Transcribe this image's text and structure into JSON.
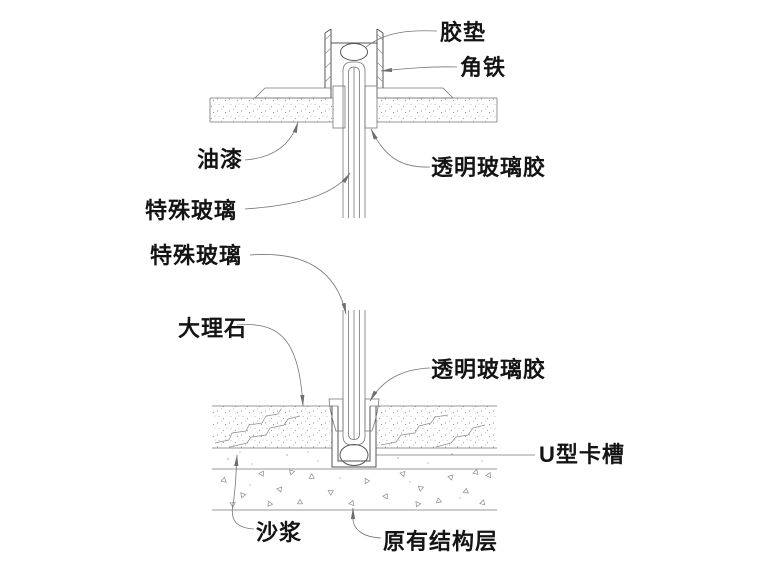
{
  "labels": {
    "pad_top": "胶垫",
    "angle_iron": "角铁",
    "paint": "油漆",
    "glue_top": "透明玻璃胶",
    "special_glass_upper": "特殊玻璃",
    "special_glass_lower": "特殊玻璃",
    "marble": "大理石",
    "glue_bottom": "透明玻璃胶",
    "u_slot": "U型卡槽",
    "mortar": "沙浆",
    "original_structure": "原有结构层"
  },
  "colors": {
    "background": "#ffffff",
    "line": "#767676",
    "dark_line": "#565656",
    "hatch": "#8c8c8c",
    "text": "#141414"
  }
}
